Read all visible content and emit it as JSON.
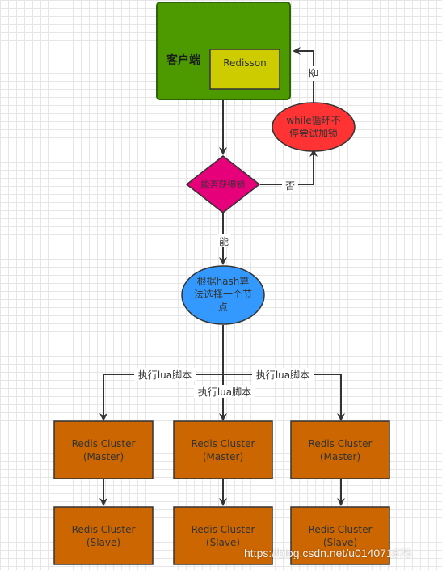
{
  "client": {
    "title": "客户端",
    "library": "Redisson"
  },
  "loop": {
    "line1": "while循环不",
    "line2": "停尝试加锁"
  },
  "decision": {
    "label": "能否获得锁"
  },
  "edges": {
    "no_retry": "否",
    "no_back": "否",
    "yes": "能",
    "exec_left": "执行lua脚本",
    "exec_mid": "执行lua脚本",
    "exec_right": "执行lua脚本"
  },
  "hash_node": {
    "line1": "根据hash算",
    "line2": "法选择一个节",
    "line3": "点"
  },
  "masters": [
    {
      "line1": "Redis Cluster",
      "line2": "(Master)"
    },
    {
      "line1": "Redis Cluster",
      "line2": "(Master)"
    },
    {
      "line1": "Redis Cluster",
      "line2": "(Master)"
    }
  ],
  "slaves": [
    {
      "line1": "Redis Cluster",
      "line2": "(Slave)"
    },
    {
      "line1": "Redis Cluster",
      "line2": "(Slave)"
    },
    {
      "line1": "Redis Cluster",
      "line2": "(Slave)"
    }
  ],
  "watermark": "https://blog.csdn.net/u014071875",
  "colors": {
    "client_fill": "#4d9900",
    "client_stroke": "#2d6600",
    "library_fill": "#cccc00",
    "loop_fill": "#ff3333",
    "decision_fill": "#e6007a",
    "hash_fill": "#3399ff",
    "redis_fill": "#cc6600",
    "stroke": "#333333"
  }
}
